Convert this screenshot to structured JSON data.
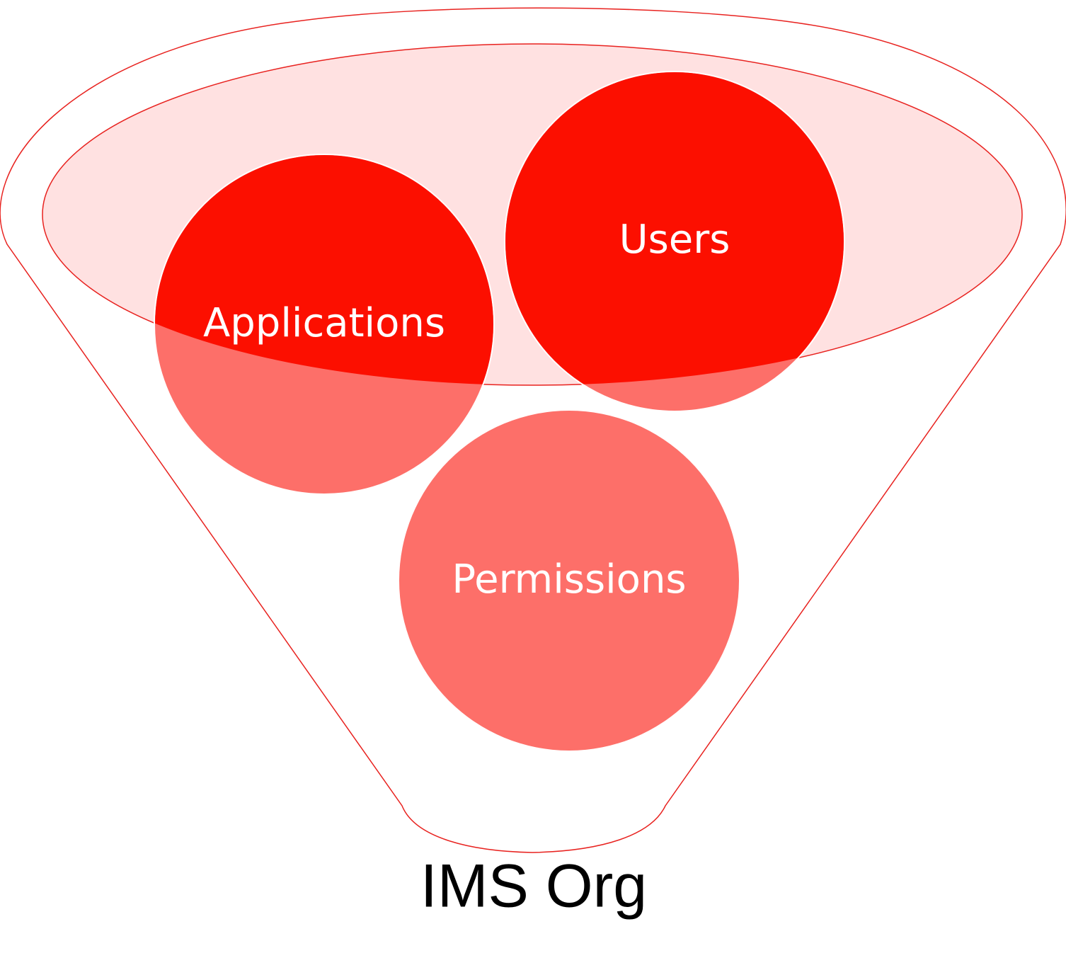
{
  "colors": {
    "outline": "#e8221f",
    "inner_ellipse_fill": "#ffe1e1",
    "circle_strong": "#fc0f00",
    "circle_light": "#fd6f69",
    "label_text": "#ffffff",
    "caption_text": "#000000"
  },
  "circles": {
    "applications": {
      "label": "Applications"
    },
    "users": {
      "label": "Users"
    },
    "permissions": {
      "label": "Permissions"
    }
  },
  "caption": "IMS Org"
}
